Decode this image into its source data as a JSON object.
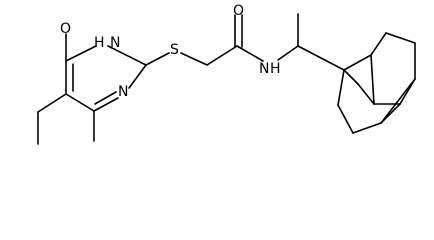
{
  "molecule": {
    "atom_labels": {
      "ring_carbonyl_oxygen": "O",
      "ring_nh": "H",
      "ring_nh_n": "N",
      "ring_n": "N",
      "thioether_s": "S",
      "amide_oxygen": "O",
      "amide_nh_n": "N",
      "amide_nh_h": "H"
    }
  }
}
